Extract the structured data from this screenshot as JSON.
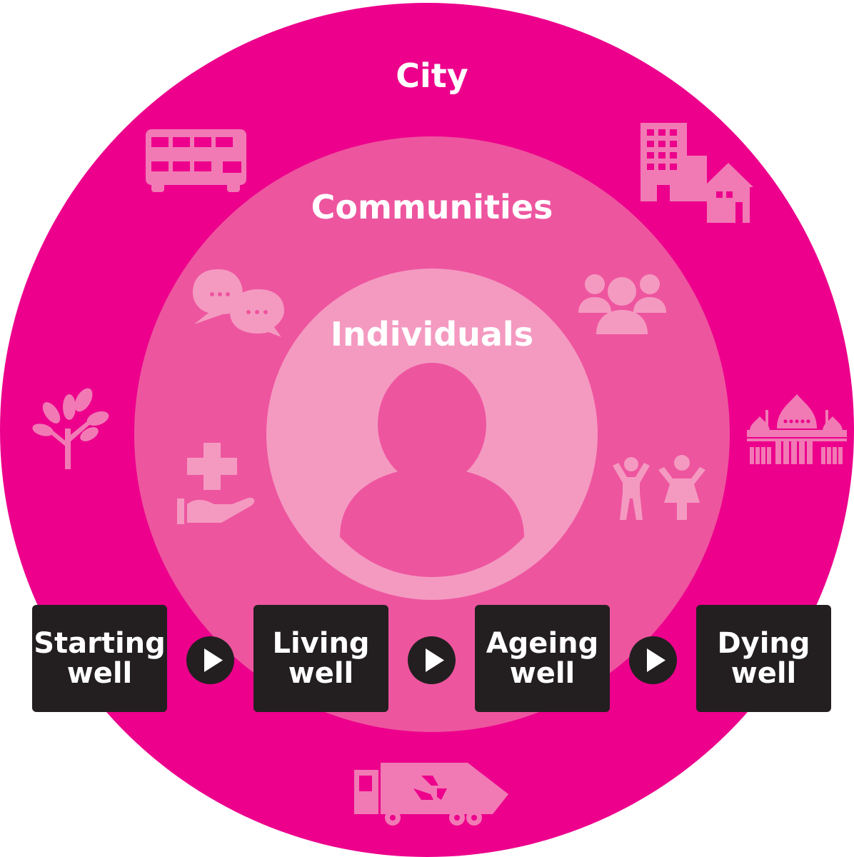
{
  "rings": {
    "city": "City",
    "communities": "Communities",
    "individuals": "Individuals"
  },
  "stages": [
    {
      "line1": "Starting",
      "line2": "well"
    },
    {
      "line1": "Living",
      "line2": "well"
    },
    {
      "line1": "Ageing",
      "line2": "well"
    },
    {
      "line1": "Dying",
      "line2": "well"
    }
  ],
  "colors": {
    "city": "#ec008c",
    "communities": "#ee559f",
    "individuals": "#f49ac1",
    "stage_box": "#231f20",
    "icon_city": "#f17ab5",
    "icon_community": "#f49ac1"
  },
  "icons": {
    "city": [
      "double-decker-bus-icon",
      "buildings-and-house-icon",
      "tree-icon",
      "royal-pavilion-icon",
      "recycling-truck-icon"
    ],
    "communities": [
      "speech-bubbles-icon",
      "group-of-people-icon",
      "health-care-hand-icon",
      "children-icon"
    ],
    "individuals": [
      "person-icon"
    ]
  }
}
